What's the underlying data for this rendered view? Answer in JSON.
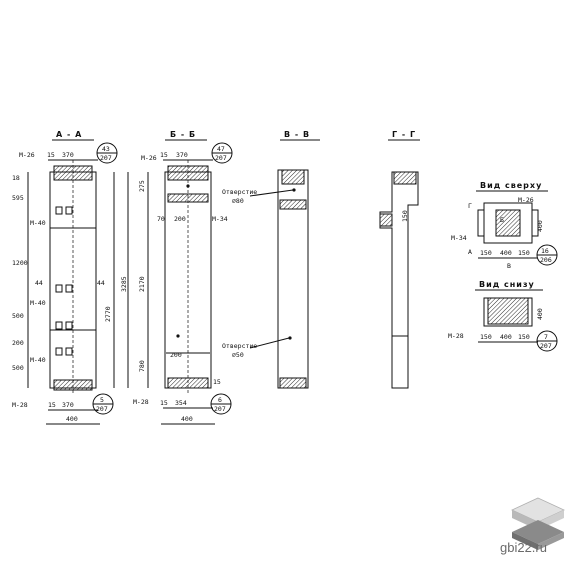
{
  "sections": {
    "aa": "А - А",
    "bb": "Б - Б",
    "vv": "В - В",
    "gg": "Г - Г",
    "top_view": "Вид сверху",
    "bottom_view": "Вид снизу"
  },
  "marks": {
    "m26": "М-26",
    "m40": "М-40",
    "m34": "М-34",
    "m28": "М-28"
  },
  "notes": {
    "hole80_a": "Отверстие",
    "hole80_b": "⌀80",
    "hole50_a": "Отверстие",
    "hole50_b": "⌀50"
  },
  "dims": {
    "d15": "15",
    "d370": "370",
    "d400": "400",
    "d595": "595",
    "d1200": "1200",
    "d500": "500",
    "d2770": "2770",
    "d3285": "3285",
    "d44": "44",
    "d275": "275",
    "d2170": "2170",
    "d700": "70",
    "d200": "200",
    "d780": "780",
    "d354": "354",
    "d150": "150",
    "d18": "18",
    "d16": "16",
    "d6": "6",
    "d5": "5",
    "d150b": "150",
    "d400b": "400",
    "m26b": "М-26",
    "m28b": "М-28",
    "ma": "А",
    "mb": "Б",
    "mg": "Г",
    "mv": "В"
  },
  "callouts": {
    "c1": "43",
    "c1b": "207",
    "c2": "47",
    "c2b": "207",
    "c3": "5",
    "c3b": "207",
    "c4": "6",
    "c4b": "207",
    "c5": "16",
    "c5b": "206",
    "c6": "7",
    "c6b": "207"
  },
  "brand": {
    "site": "gbi22.ru",
    "logo_icon": "stacked-slabs-icon",
    "colors": {
      "top": "#e2e2e2",
      "mid": "#b9b9b9",
      "dark": "#8a8a8a"
    }
  }
}
